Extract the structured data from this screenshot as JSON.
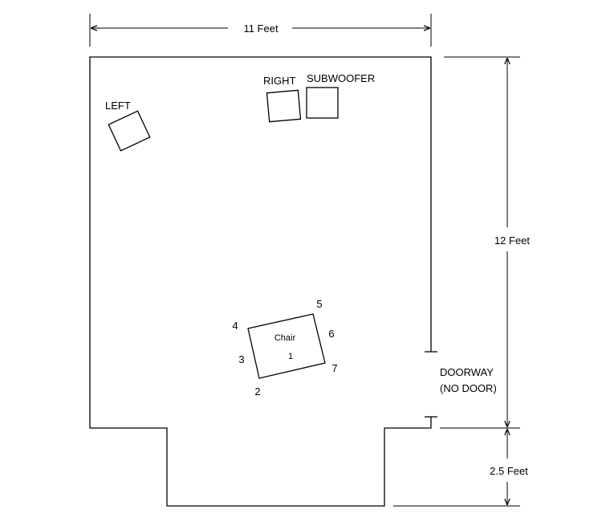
{
  "dimensions": {
    "width_label": "11 Feet",
    "height_label": "12 Feet",
    "alcove_label": "2.5 Feet"
  },
  "doorway": {
    "line1": "DOORWAY",
    "line2": "(NO DOOR)"
  },
  "speakers": {
    "left": "LEFT",
    "right": "RIGHT",
    "subwoofer": "SUBWOOFER"
  },
  "chair": {
    "label": "Chair",
    "positions": [
      "1",
      "2",
      "3",
      "4",
      "5",
      "6",
      "7"
    ]
  },
  "colors": {
    "line": "#000000",
    "background": "#ffffff"
  }
}
